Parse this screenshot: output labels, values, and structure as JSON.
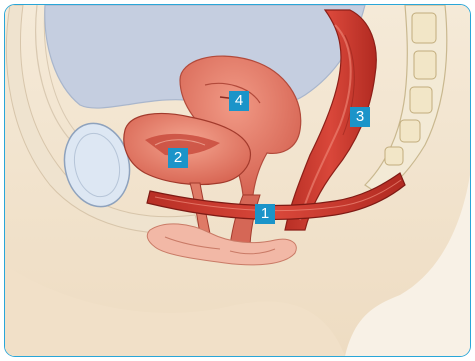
{
  "labels": [
    {
      "id": "1",
      "text": "1"
    },
    {
      "id": "2",
      "text": "2"
    },
    {
      "id": "3",
      "text": "3"
    },
    {
      "id": "4",
      "text": "4"
    }
  ],
  "colors": {
    "frame_border": "#29a6d8",
    "marker_fill": "#1b94c9",
    "marker_text": "#ffffff",
    "skin": "#f6e9d6",
    "cavity": "#c4cfe0",
    "muscle": "#cc3a2e",
    "organ": "#e37b6a"
  }
}
